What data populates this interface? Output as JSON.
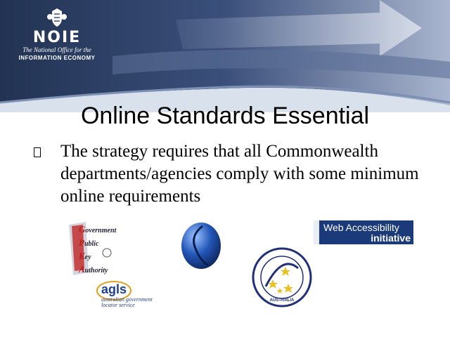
{
  "banner": {
    "logo_word": "NOIE",
    "org_line1": "The National Office for the",
    "org_line2": "INFORMATION ECONOMY"
  },
  "slide": {
    "title": "Online Standards Essential",
    "bullet_text": "The strategy requires that all Commonwealth departments/agencies comply with some minimum online requirements"
  },
  "logos": {
    "gpka": {
      "letters": [
        "G",
        "P",
        "K",
        "A"
      ],
      "words": [
        "overnment",
        "ublic",
        "ey",
        "uthority"
      ]
    },
    "wai": {
      "line1": "Web Accessibility",
      "line2": "initiative"
    },
    "agls": {
      "word": "agls",
      "sub1": "australian government",
      "sub2": "locator service"
    },
    "seal_text": "AUSTRALIA"
  },
  "colors": {
    "banner_dark": "#2a3c62",
    "banner_light": "#dfe6f0",
    "wai_blue": "#1b3a7a",
    "globe_blue": "#2256b8"
  }
}
